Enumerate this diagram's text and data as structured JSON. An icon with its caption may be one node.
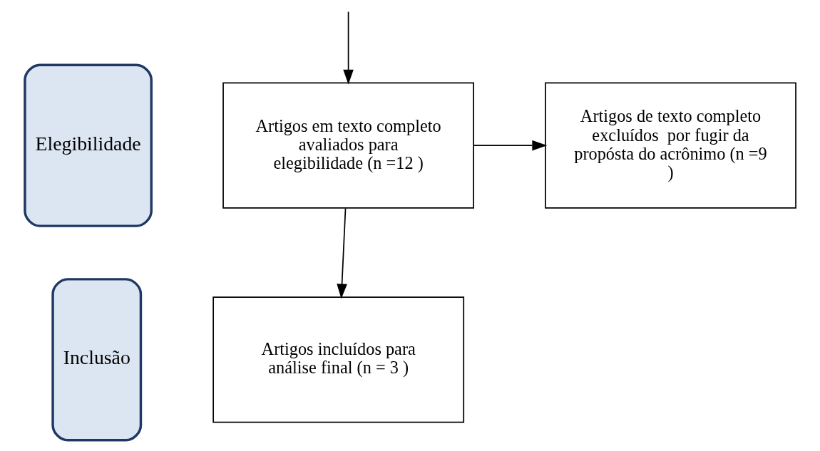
{
  "diagram": {
    "nodes": [
      {
        "text": [
          "Elegibilidade"
        ]
      },
      {
        "text": [
          "Inclusão"
        ]
      },
      {
        "text": [
          "Artigos em texto completo avaliados para elegibilidade (n =12 )"
        ]
      },
      {
        "text": [
          "Artigos de texto completo excluídos  por fugir da propósta do acrônimo (n =9 )"
        ]
      },
      {
        "text": [
          "Artigos incluídos para análise final (n = 3 )"
        ]
      }
    ],
    "edges": [
      {
        "from": null,
        "to": 2,
        "arrow": "to"
      },
      {
        "from": 2,
        "to": 3,
        "arrow": "to"
      },
      {
        "from": 2,
        "to": 4,
        "arrow": "to"
      }
    ]
  }
}
